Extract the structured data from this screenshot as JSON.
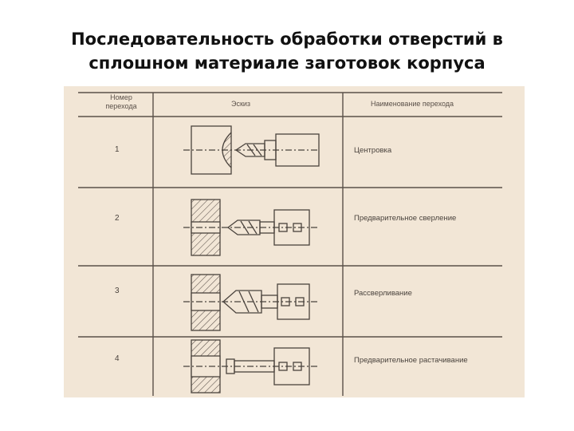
{
  "slide": {
    "title_line1": "Последовательность обработки отверстий в",
    "title_line2": "сплошном материале заготовок корпуса"
  },
  "table": {
    "headers": {
      "number_line1": "Номер",
      "number_line2": "перехода",
      "sketch": "Эскиз",
      "name": "Наименование перехода"
    },
    "rows": [
      {
        "number": "1",
        "name": "Центровка"
      },
      {
        "number": "2",
        "name": "Предварительное сверление"
      },
      {
        "number": "3",
        "name": "Рассверливание"
      },
      {
        "number": "4",
        "name": "Предварительное растачивание"
      }
    ]
  },
  "colors": {
    "paper": "#f2e6d6",
    "ink": "#4a433d"
  }
}
